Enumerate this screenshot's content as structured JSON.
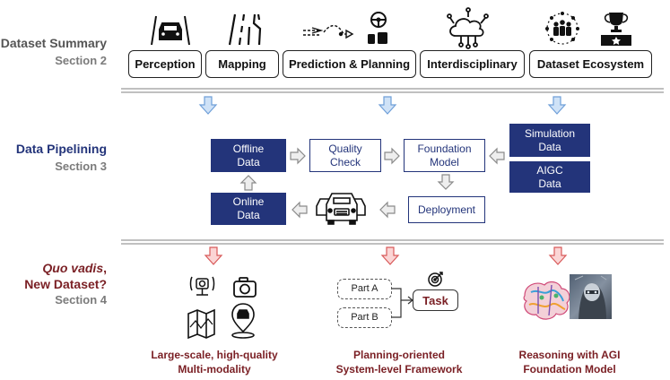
{
  "sections": {
    "summary": {
      "title": "Dataset Summary",
      "subtitle": "Section 2"
    },
    "pipelining": {
      "title": "Data Pipelining",
      "subtitle": "Section 3"
    },
    "quo_vadis": {
      "title_italic": "Quo vadis",
      "title_comma": ",",
      "title_line2": "New Dataset?",
      "subtitle": "Section 4"
    }
  },
  "tabs": [
    "Perception",
    "Mapping",
    "Prediction & Planning",
    "Interdisciplinary",
    "Dataset Ecosystem"
  ],
  "pipeline": {
    "offline_data": [
      "Offline",
      "Data"
    ],
    "quality_check": [
      "Quality",
      "Check"
    ],
    "foundation_model": [
      "Foundation",
      "Model"
    ],
    "simulation_data": [
      "Simulation",
      "Data"
    ],
    "aigc_data": [
      "AIGC",
      "Data"
    ],
    "online_data": [
      "Online",
      "Data"
    ],
    "deployment": "Deployment"
  },
  "future": {
    "part_a": "Part A",
    "part_b": "Part B",
    "task": "Task",
    "captions": {
      "left": [
        "Large-scale, high-quality",
        "Multi-modality"
      ],
      "middle": [
        "Planning-oriented",
        "System-level Framework"
      ],
      "right": [
        "Reasoning with AGI",
        "Foundation Model"
      ]
    }
  },
  "colors": {
    "navy": "#23347a",
    "maroon": "#7a1f24",
    "down_arrow_blue": "#8cb9e8",
    "down_arrow_red": "#f0a0a0",
    "gray": "#7b7b7b"
  }
}
